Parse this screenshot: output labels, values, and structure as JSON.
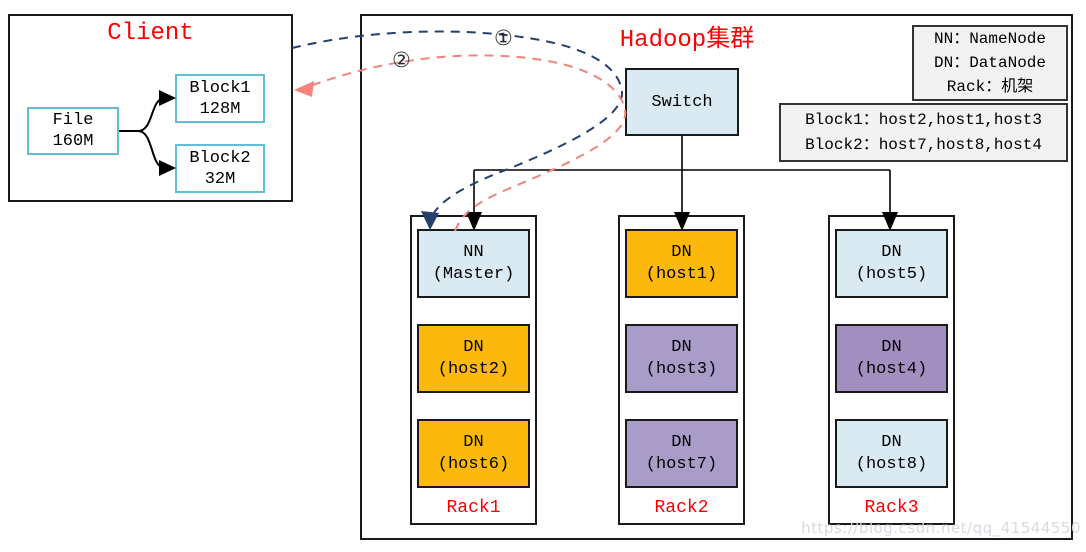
{
  "client": {
    "title": "Client",
    "file": {
      "line1": "File",
      "line2": "160M"
    },
    "block1": {
      "line1": "Block1",
      "line2": "128M"
    },
    "block2": {
      "line1": "Block2",
      "line2": "32M"
    }
  },
  "cluster": {
    "title": "Hadoop集群",
    "switch_label": "Switch",
    "legend_definitions": {
      "line1": "NN：NameNode",
      "line2": "DN：DataNode",
      "line3": "Rack：机架"
    },
    "legend_blocks": {
      "line1": "Block1：host2,host1,host3",
      "line2": "Block2：host7,host8,host4"
    },
    "racks": [
      {
        "label": "Rack1",
        "nodes": [
          {
            "line1": "NN",
            "line2": "(Master)",
            "color": "#daeaf2"
          },
          {
            "line1": "DN",
            "line2": "(host2)",
            "color": "#fcb80d"
          },
          {
            "line1": "DN",
            "line2": "(host6)",
            "color": "#fcb80d"
          }
        ]
      },
      {
        "label": "Rack2",
        "nodes": [
          {
            "line1": "DN",
            "line2": "(host1)",
            "color": "#fcb80d"
          },
          {
            "line1": "DN",
            "line2": "(host3)",
            "color": "#a99cc8"
          },
          {
            "line1": "DN",
            "line2": "(host7)",
            "color": "#a99cc8"
          }
        ]
      },
      {
        "label": "Rack3",
        "nodes": [
          {
            "line1": "DN",
            "line2": "(host5)",
            "color": "#daeaf2"
          },
          {
            "line1": "DN",
            "line2": "(host4)",
            "color": "#a28fc0"
          },
          {
            "line1": "DN",
            "line2": "(host8)",
            "color": "#daeaf2"
          }
        ]
      }
    ]
  },
  "flow": {
    "step1_label": "①",
    "step2_label": "②"
  },
  "watermark": "https://blog.csdn.net/qq_41544550",
  "colors": {
    "title_red": "#fe0000",
    "dash_blue": "#24406e",
    "dash_red": "#f4837d",
    "line_black": "#000000",
    "small_box_border": "#62bed4",
    "switch_fill": "#daeaf2",
    "legend_fill": "#f2f2f2"
  }
}
